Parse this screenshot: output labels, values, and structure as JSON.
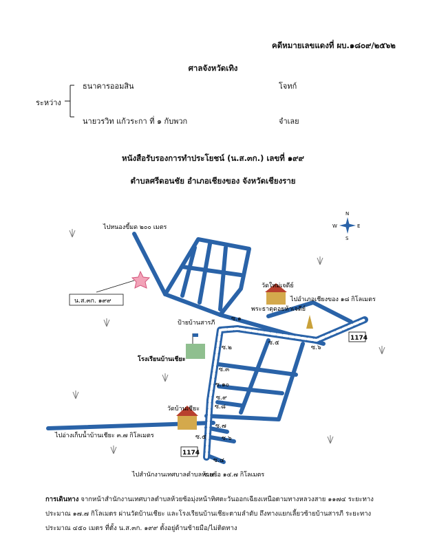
{
  "header": {
    "case_number": "คดีหมายเลขแดงที่ ผบ.๑๘๐๙/๒๕๖๒",
    "court": "ศาลจังหวัดเทิง",
    "between_label": "ระหว่าง",
    "plaintiff": "ธนาคารออมสิน",
    "plaintiff_role": "โจทก์",
    "defendant": "นายวรวิท  แก้วระกา ที่ ๑ กับพวก",
    "defendant_role": "จำเลย"
  },
  "title": {
    "line1": "หนังสือรับรองการทำประโยชน์ (น.ส.๓ก.) เลขที่ ๑๙๙",
    "line2": "ตำบลศรีดอนชัย อำเภอเชียงของ จังหวัดเชียงราย"
  },
  "map": {
    "compass": {
      "n": "N",
      "s": "S",
      "e": "E",
      "w": "W"
    },
    "labels": {
      "to_nong_chiam": "ไปหนองขี้มด ๒๐๐ เมตร",
      "plot": "น.ส.๓ก. ๑๙๙",
      "wat_mai_chedi": "วัดใหม่เจดีย์",
      "to_chiang_khong": "ไปอำเภอเชียงของ ๑๘ กิโลเมตร",
      "phra_that": "พระธาตุดอยห้าเจดีย์",
      "sign_ban_sarathi": "ป้ายบ้านสารภี",
      "school": "โรงเรียนบ้านเชียะ",
      "wat_ban_chia": "วัดบ้านเชียะ",
      "to_reservoir": "ไปอ่างเก็บน้ำบ้านเชียะ ๓.๗ กิโลเมตร",
      "to_municipal": "ไปสำนักงานเทศบาลตำบลห้วยซ้อ ๑๔.๗ กิโลเมตร",
      "highway_number": "1174"
    },
    "soi_labels": [
      "ซ.๑",
      "ซ.๒",
      "ซ.๓",
      "ซ.๔",
      "ซ.๕",
      "ซ.๖",
      "ซ.๗",
      "ซ.๘",
      "ซ.๙",
      "ซ.๑๐",
      "ซ.๔",
      "ซ.๕",
      "ซ.๖"
    ],
    "colors": {
      "road": "#2a63a8",
      "road_fill": "#ffffff",
      "plot_star": "#e36a8e",
      "highway_shield": "#333333"
    }
  },
  "route": {
    "label": "การเดินทาง",
    "text": "จากหน้าสำนักงานเทศบาลตำบลห้วยซ้อมุ่งหน้าทิศตะวันออกเฉียงเหนือตามทางหลวงสาย ๑๑๗๔ ระยะทางประมาณ ๑๗.๗ กิโลเมตร ผ่านวัดบ้านเชียะ และโรงเรียนบ้านเชียะตามลำดับ ถึงทางแยกเลี้ยวซ้ายบ้านสารภี ระยะทางประมาณ ๔๕๐ เมตร ที่ตั้ง น.ส.๓ก. ๑๙๙ ตั้งอยู่ด้านซ้ายมือ/ไม่ติดทาง"
  }
}
